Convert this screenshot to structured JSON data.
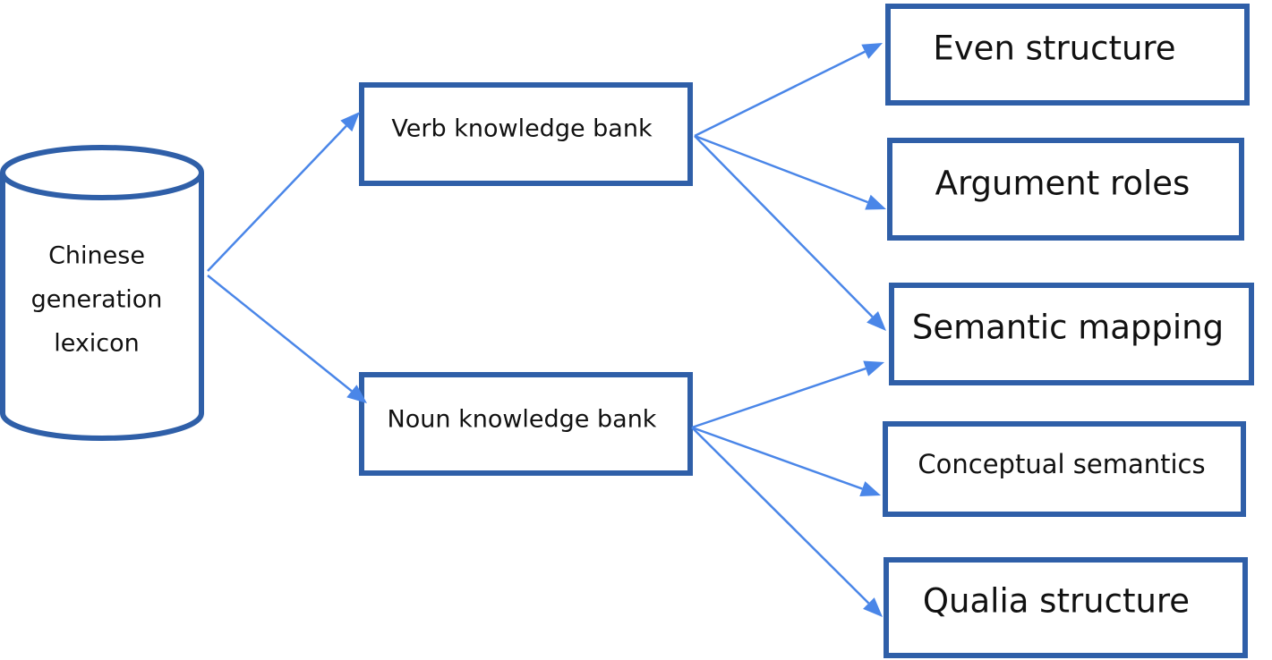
{
  "diagram": {
    "source": {
      "lines": [
        "Chinese",
        "generation",
        "lexicon"
      ]
    },
    "banks": {
      "verb": "Verb knowledge bank",
      "noun": "Noun knowledge bank"
    },
    "outputs": {
      "even_structure": "Even  structure",
      "argument_roles": "Argument roles",
      "semantic_mapping": "Semantic mapping",
      "conceptual_semantics": "Conceptual semantics",
      "qualia_structure": "Qualia  structure"
    },
    "colors": {
      "box_border": "#2f5fa8",
      "arrow": "#4a86e8",
      "text": "#111111"
    }
  }
}
